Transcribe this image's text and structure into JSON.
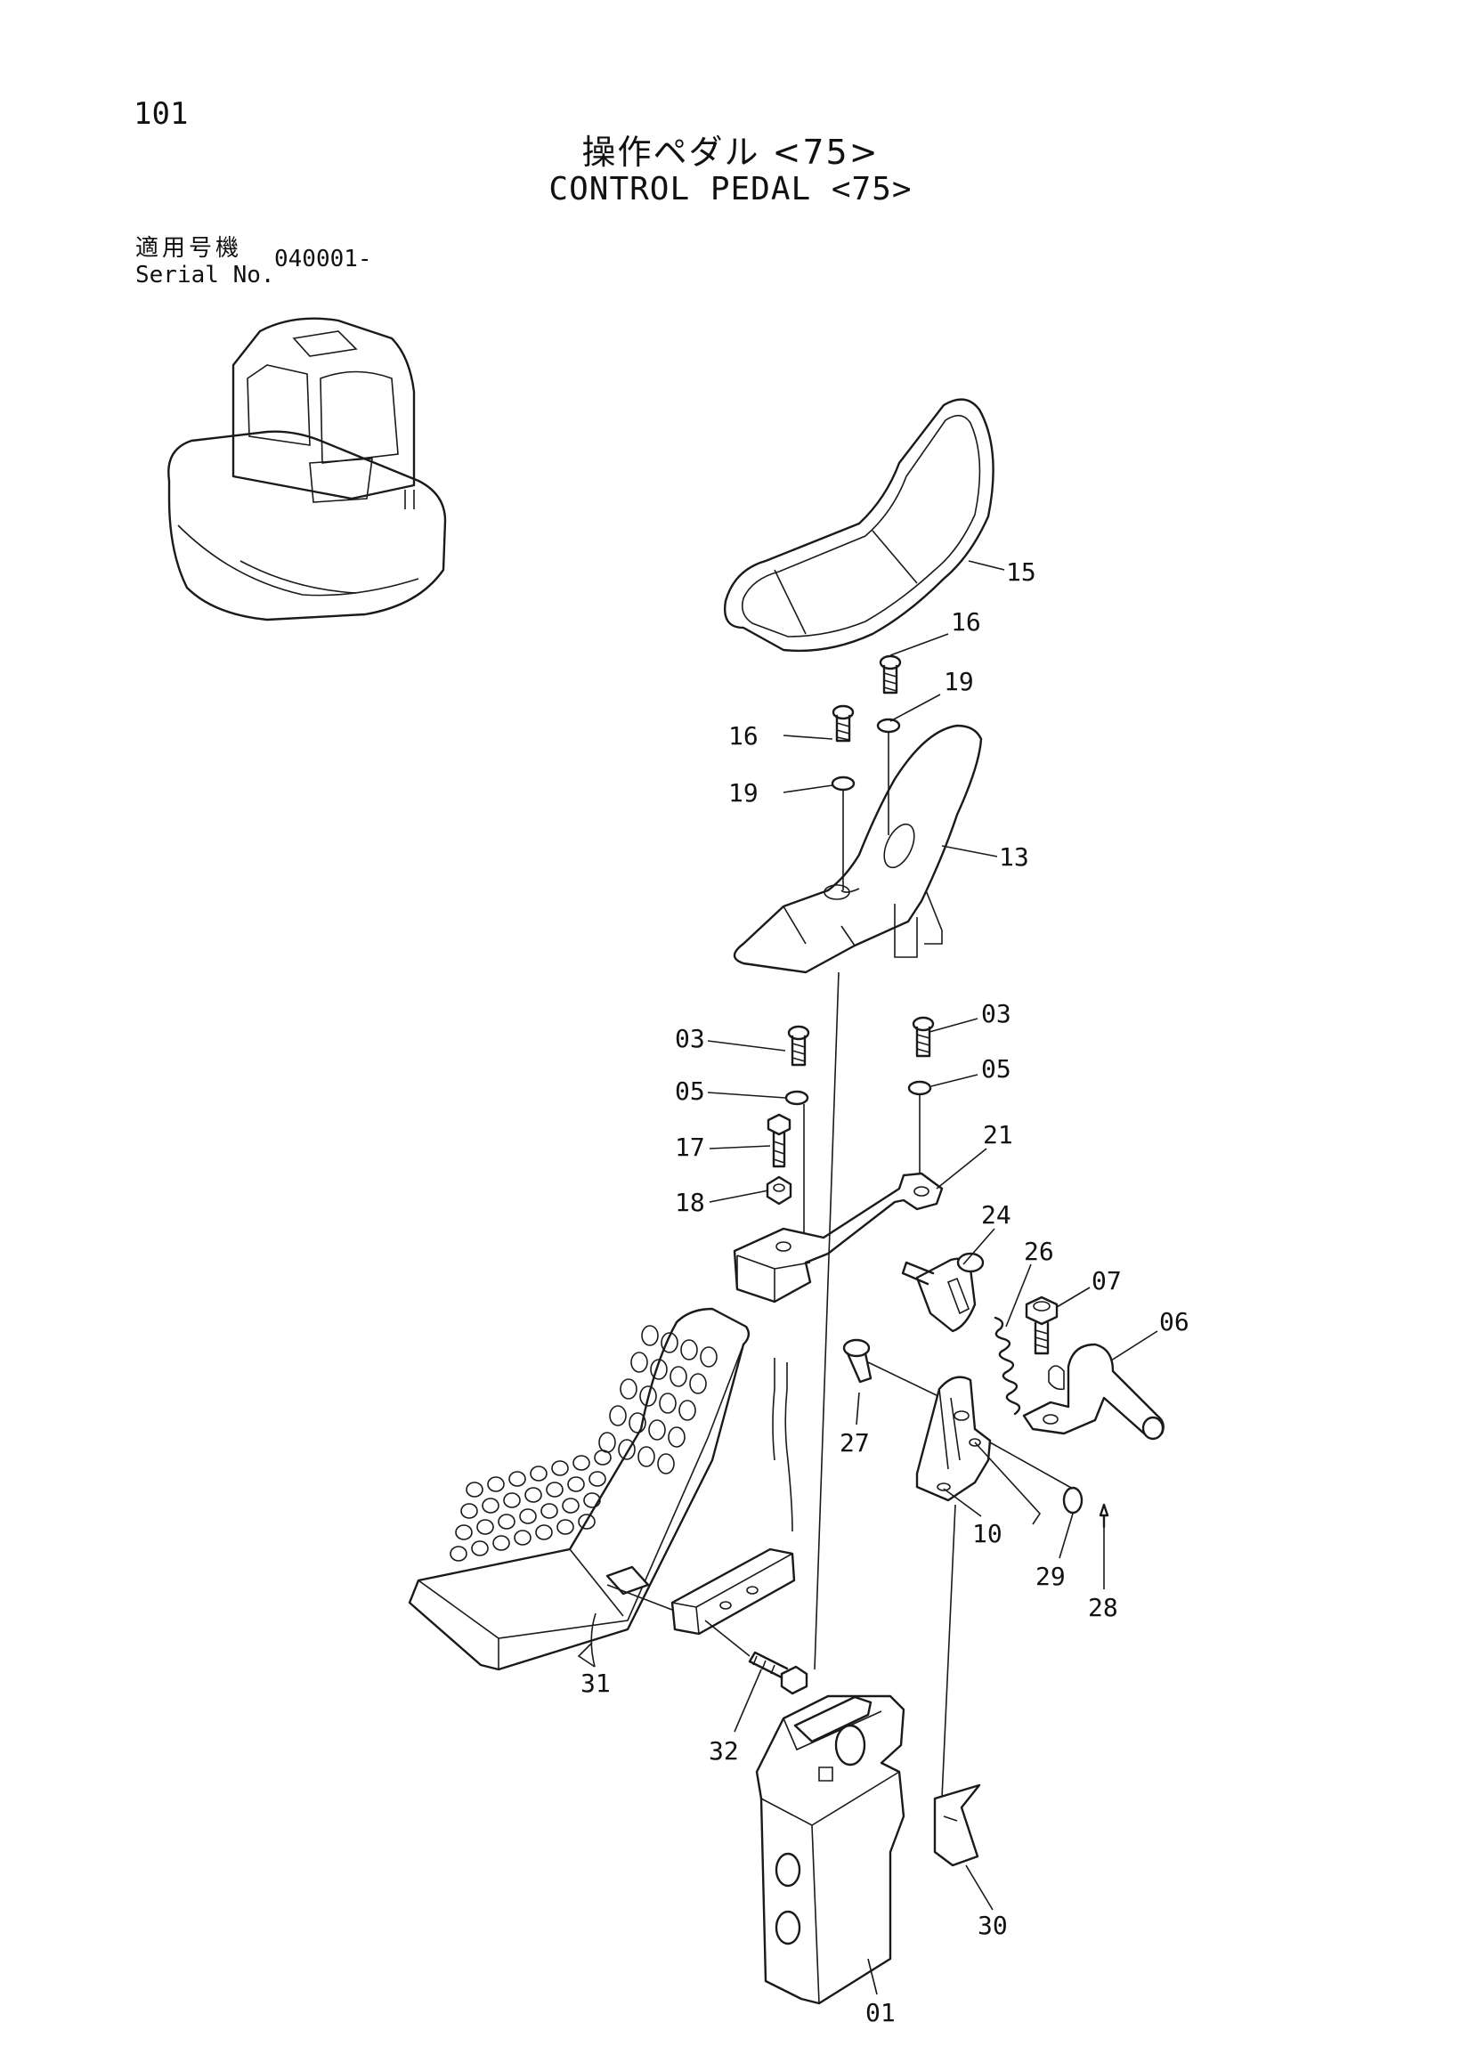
{
  "header": {
    "page_number": "101",
    "title_jp": "操作ペダル <75>",
    "title_en": "CONTROL PEDAL <75>",
    "serial_label_jp": "適用号機",
    "serial_label_en": "Serial No.",
    "serial_value": "040001-"
  },
  "callouts": [
    {
      "id": "p15",
      "label": "15"
    },
    {
      "id": "p16a",
      "label": "16"
    },
    {
      "id": "p19a",
      "label": "19"
    },
    {
      "id": "p16b",
      "label": "16"
    },
    {
      "id": "p19b",
      "label": "19"
    },
    {
      "id": "p13",
      "label": "13"
    },
    {
      "id": "p03a",
      "label": "03"
    },
    {
      "id": "p03b",
      "label": "03"
    },
    {
      "id": "p05a",
      "label": "05"
    },
    {
      "id": "p05b",
      "label": "05"
    },
    {
      "id": "p17",
      "label": "17"
    },
    {
      "id": "p21",
      "label": "21"
    },
    {
      "id": "p18",
      "label": "18"
    },
    {
      "id": "p24",
      "label": "24"
    },
    {
      "id": "p26",
      "label": "26"
    },
    {
      "id": "p07",
      "label": "07"
    },
    {
      "id": "p06",
      "label": "06"
    },
    {
      "id": "p27",
      "label": "27"
    },
    {
      "id": "p10",
      "label": "10"
    },
    {
      "id": "p29",
      "label": "29"
    },
    {
      "id": "p28",
      "label": "28"
    },
    {
      "id": "p31",
      "label": "31"
    },
    {
      "id": "p32",
      "label": "32"
    },
    {
      "id": "p30",
      "label": "30"
    },
    {
      "id": "p01",
      "label": "01"
    }
  ]
}
